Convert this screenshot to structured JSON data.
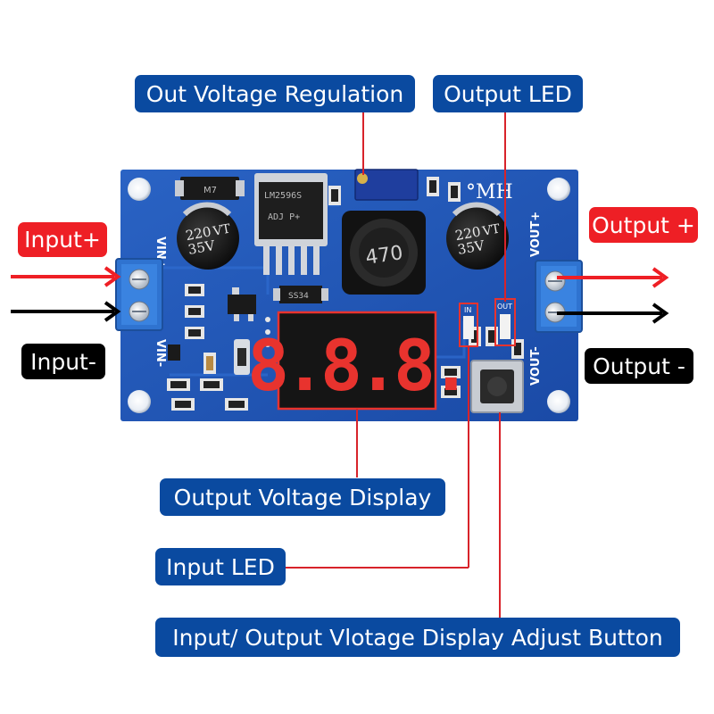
{
  "labels": {
    "out_voltage_regulation": "Out Voltage Regulation",
    "output_led": "Output LED",
    "input_plus": "Input+",
    "input_minus": "Input-",
    "output_plus": "Output +",
    "output_minus": "Output -",
    "output_voltage_display": "Output Voltage Display",
    "input_led": "Input LED",
    "adjust_button": "Input/ Output Vlotage Display  Adjust Button"
  },
  "board": {
    "brand": "°MH",
    "inductor": "470",
    "cap_left": [
      "220",
      "35V",
      "VT"
    ],
    "cap_right": [
      "220",
      "35V",
      "VT"
    ],
    "regulator_chip": [
      "LM2596S",
      "ADJ   P+"
    ],
    "diode": "SS34",
    "ic_small": "M7",
    "led_in": "IN",
    "led_out": "OUT",
    "vin_plus": "VIN+",
    "vin_minus": "VIN-",
    "vout_plus": "VOUT+",
    "vout_minus": "VOUT-",
    "display": "8.8.8."
  },
  "colors": {
    "pcb": "#1f55b4",
    "callout_blue": "#0a4aa0",
    "callout_red": "#ee1f25",
    "callout_black": "#000000",
    "arrow_red": "#ee1f25",
    "arrow_black": "#000000",
    "line_red": "#d8232a",
    "display_digit": "#e8332e",
    "terminal_blue": "#2f73d0"
  }
}
